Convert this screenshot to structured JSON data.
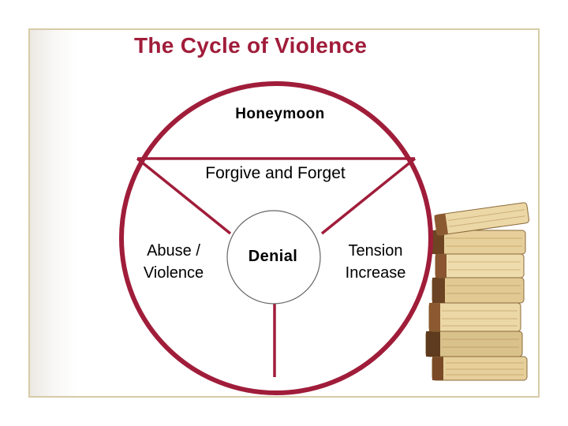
{
  "slide": {
    "title": "The Cycle of Violence"
  },
  "diagram": {
    "sections": {
      "top": "Honeymoon",
      "top_lower": "Forgive and Forget",
      "left": "Abuse /\nViolence",
      "center": "Denial",
      "right": "Tension\nIncrease"
    },
    "colors": {
      "ring": "#a01d3a",
      "title": "#a01d3a",
      "frame": "#d6cba8",
      "book_paper": "#e6cf9b",
      "book_cover": "#7a4a26"
    },
    "decoration_icon": "stacked-books-icon"
  }
}
